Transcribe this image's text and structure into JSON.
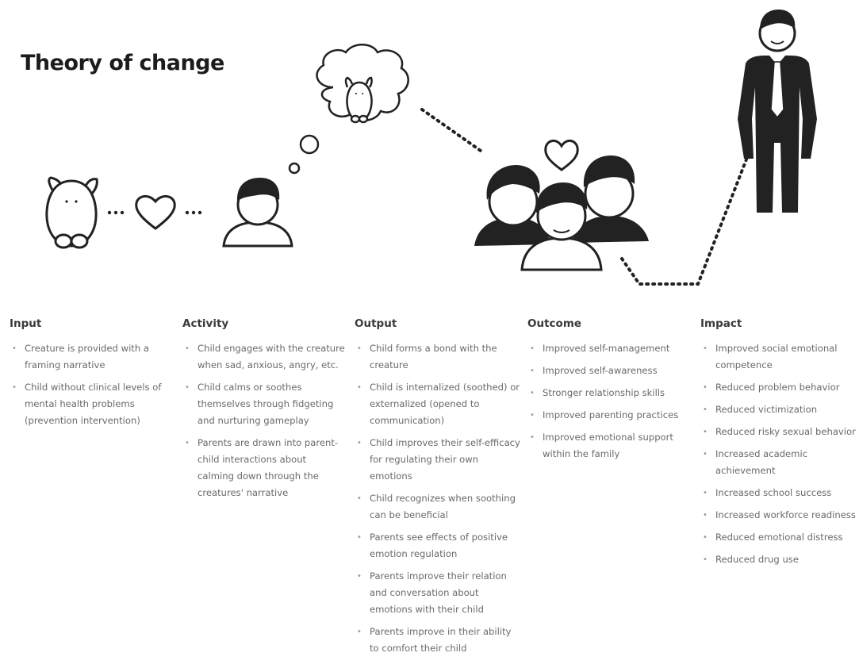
{
  "title": "Theory of change",
  "columns": [
    {
      "heading": "Input",
      "items": [
        "Creature is provided with a framing narrative",
        "Child without clinical levels of mental health problems (prevention intervention)"
      ]
    },
    {
      "heading": "Activity",
      "items": [
        "Child engages with the creature when sad, anxious, angry, etc.",
        "Child calms or soothes themselves through fidgeting and nurturing gameplay",
        "Parents are drawn into parent-child interactions about calming down through the creatures' narrative"
      ]
    },
    {
      "heading": "Output",
      "items": [
        "Child forms a bond with the creature",
        "Child is internalized (soothed) or externalized (opened to communication)",
        "Child improves their self-efficacy for regulating their own emotions",
        "Child recognizes when soothing can be beneficial",
        "Parents see effects of positive emotion regulation",
        "Parents improve their relation and conversation about emotions with their child",
        "Parents improve in their ability to comfort their child"
      ]
    },
    {
      "heading": "Outcome",
      "items": [
        "Improved self-management",
        "Improved self-awareness",
        "Stronger relationship skills",
        "Improved parenting practices",
        "Improved emotional support within the family"
      ]
    },
    {
      "heading": "Impact",
      "items": [
        "Improved social emotional competence",
        "Reduced problem behavior",
        "Reduced victimization",
        "Reduced risky sexual behavior",
        "Increased academic achievement",
        "Increased school success",
        "Increased workforce readiness",
        "Reduced emotional distress",
        "Reduced drug use"
      ]
    }
  ],
  "icons": [
    "creature-icon",
    "heart-icon",
    "child-icon",
    "thought-bubble-icon",
    "family-icon",
    "adult-icon"
  ]
}
